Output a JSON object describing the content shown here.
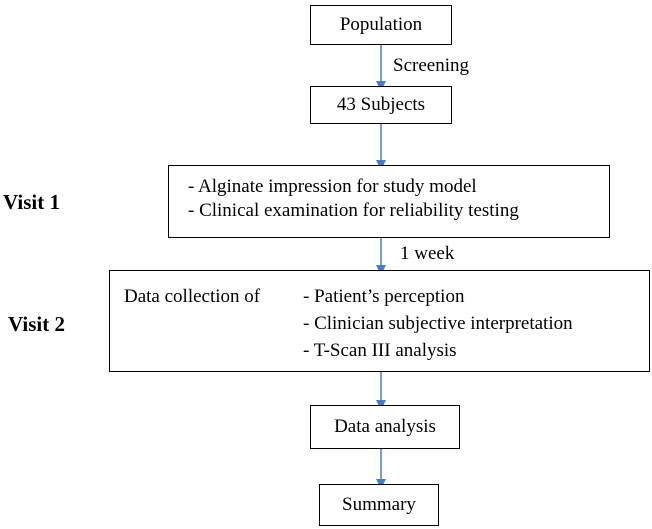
{
  "nodes": {
    "population": "Population",
    "subjects": "43 Subjects",
    "visit1_lines": [
      "- Alginate impression for study model",
      "- Clinical examination for reliability testing"
    ],
    "visit2_prefix": "Data collection of",
    "visit2_lines": [
      "- Patient’s perception",
      "- Clinician subjective interpretation",
      "- T-Scan III analysis"
    ],
    "analysis": "Data analysis",
    "summary": "Summary"
  },
  "edge_labels": {
    "screening": "Screening",
    "one_week": "1 week"
  },
  "side_labels": {
    "visit1": "Visit 1",
    "visit2": "Visit 2"
  },
  "colors": {
    "arrow": "#4a7ebb",
    "border": "#000000"
  }
}
